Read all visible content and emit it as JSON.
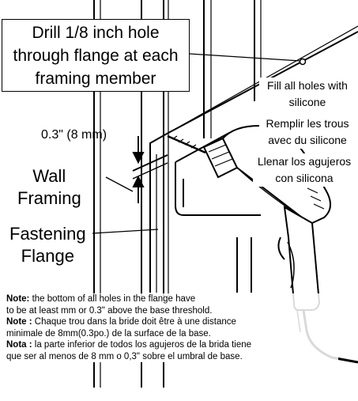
{
  "callout": {
    "line1": "Drill 1/8 inch hole",
    "line2": "through flange at each",
    "line3": "framing member"
  },
  "dimension": "0.3\" (8 mm)",
  "wall_framing": {
    "line1": "Wall",
    "line2": "Framing"
  },
  "fastening_flange": {
    "line1": "Fastening",
    "line2": "Flange"
  },
  "silicone": {
    "en": {
      "line1": "Fill all holes with",
      "line2": "silicone"
    },
    "fr": {
      "line1": "Remplir les trous",
      "line2": "avec du silicone"
    },
    "es": {
      "line1": "Llenar los agujeros",
      "line2": "con silicona"
    }
  },
  "notes": {
    "en_label": "Note:",
    "en_text1": " the bottom of all holes in the flange have",
    "en_text2": "to be at least mm or 0.3\" above the base threshold.",
    "fr_label": "Note :",
    "fr_text1": " Chaque trou dans la bride doit être à une distance",
    "fr_text2": "minimale de 8mm(0.3po.) de la surface de la base.",
    "es_label": "Nota :",
    "es_text1": " la parte inferior de todos los agujeros de la brida tiene",
    "es_text2": "que ser al menos de 8 mm o 0,3\" sobre el umbral de base."
  }
}
